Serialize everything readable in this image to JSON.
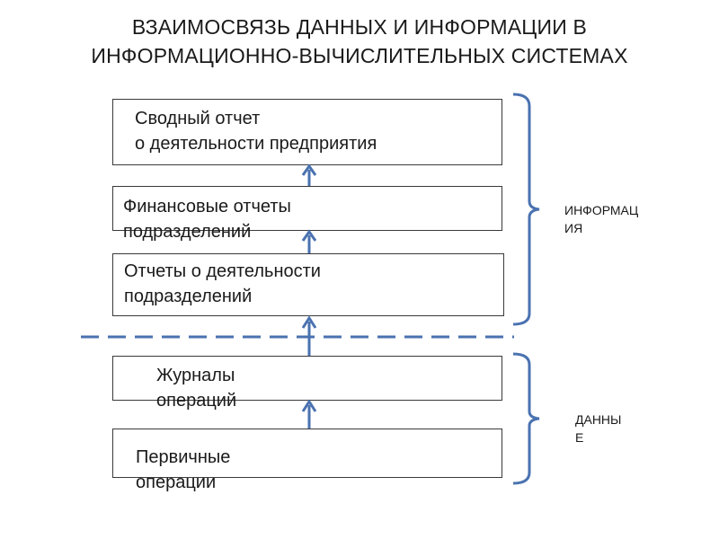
{
  "title": {
    "line1": "ВЗАИМОСВЯЗЬ ДАННЫХ И ИНФОРМАЦИИ В",
    "line2": "ИНФОРМАЦИОННО-ВЫЧИСЛИТЕЛЬНЫХ  СИСТЕМАХ"
  },
  "boxes": {
    "summary_report": {
      "line1": "Сводный отчет",
      "line2": "о деятельности предприятия"
    },
    "financial_reports": {
      "line1": "Финансовые отчеты",
      "line2": "подразделений"
    },
    "activity_reports": {
      "line1": "Отчеты о деятельности",
      "line2": "подразделений"
    },
    "journals": {
      "line1": "Журналы",
      "line2": "операций"
    },
    "primary_operations": {
      "line1": "Первичные",
      "line2": "операции"
    }
  },
  "labels": {
    "information": {
      "line1": "ИНФОРМАЦ",
      "line2": "ИЯ"
    },
    "data": {
      "line1": "ДАННЫ",
      "line2": "Е"
    }
  },
  "colors": {
    "accent": "#4a72b0",
    "border": "#3a3a3a",
    "text": "#1a1a1a"
  }
}
